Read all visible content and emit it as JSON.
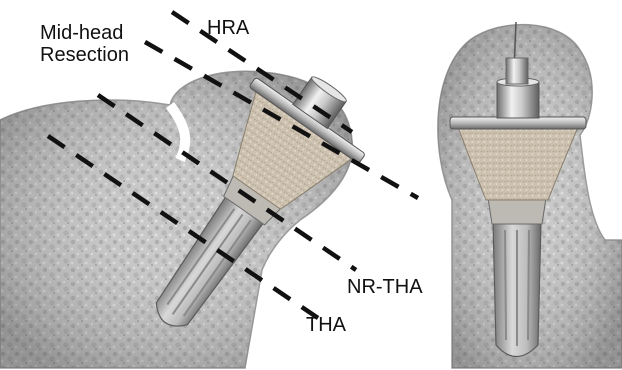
{
  "labels": {
    "hra": "HRA",
    "mid_head_line1": "Mid-head",
    "mid_head_line2": "Resection",
    "nr_tha": "NR-THA",
    "tha": "THA"
  },
  "colors": {
    "background": "#ffffff",
    "bone": "#c9c9c9",
    "bone_dark": "#8e8e8e",
    "porous_coating": "#cbbfae",
    "metal_light": "#e8e8e8",
    "metal_dark": "#6e6e6e",
    "dash_lines": "#111111"
  }
}
